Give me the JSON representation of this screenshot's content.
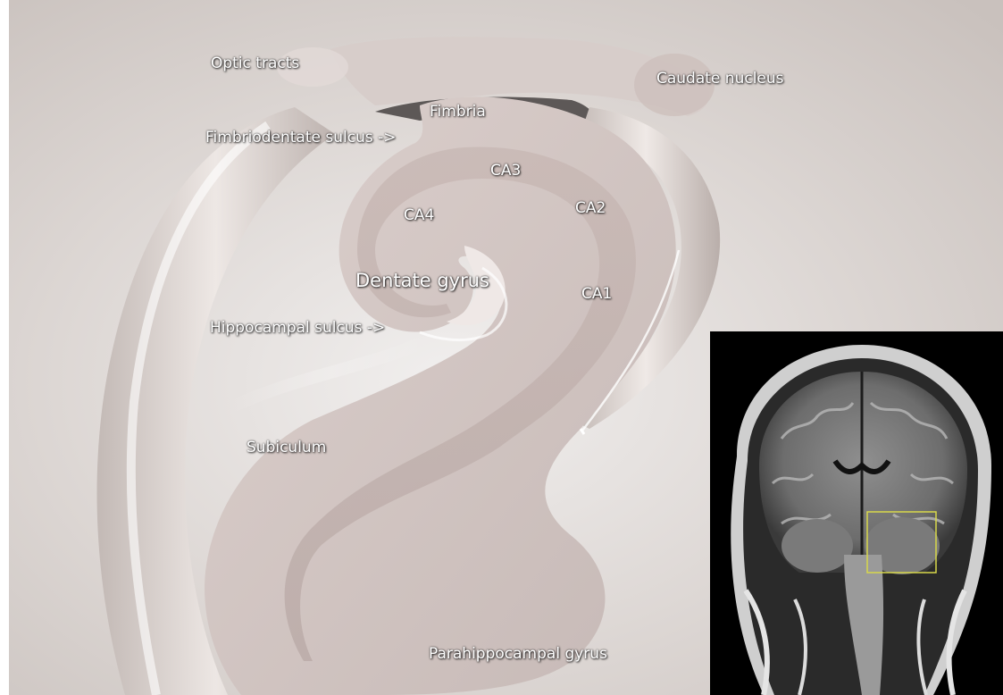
{
  "labels": {
    "optic_tracts": "Optic tracts",
    "caudate_nucleus": "Caudate nucleus",
    "fimbria": "Fimbria",
    "fimbriodentate_sulcus": "Fimbriodentate sulcus ->",
    "ca3": "CA3",
    "ca4": "CA4",
    "ca2": "CA2",
    "dentate_gyrus": "Dentate gyrus",
    "ca1": "CA1",
    "hippocampal_sulcus": "Hippocampal sulcus ->",
    "subiculum": "Subiculum",
    "parahippocampal_gyrus": "Parahippocampal gyrus"
  },
  "inset": {
    "description_icon": "coronal-mri-slice",
    "roi_color": "#d8d84a"
  },
  "colors": {
    "background": "#d9d3cf",
    "tissue": "#d3c7c4",
    "label_text": "#ffffff"
  }
}
